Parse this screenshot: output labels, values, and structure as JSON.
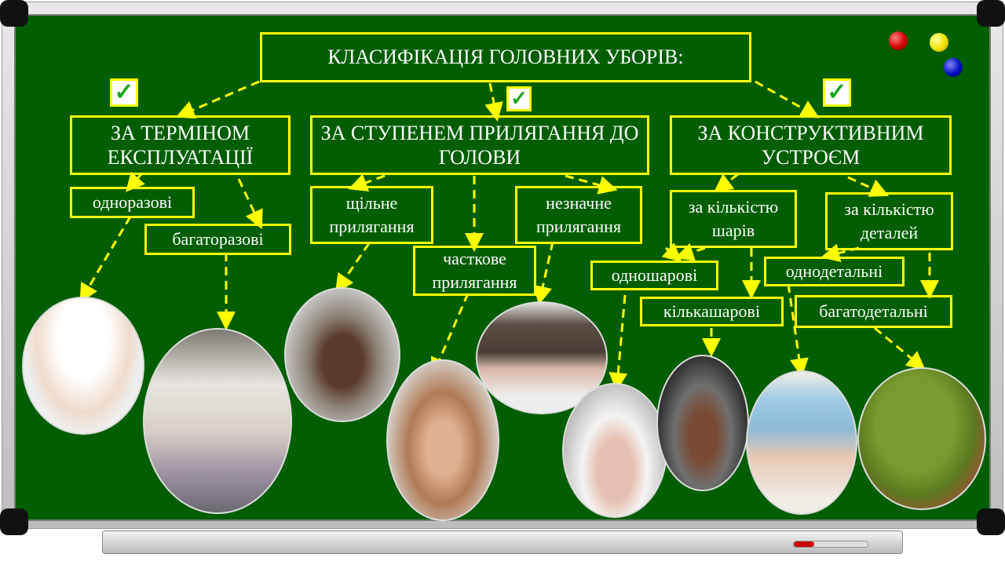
{
  "title": "КЛАСИФІКАЦІЯ  ГОЛОВНИХ  УБОРІВ:",
  "categories": [
    {
      "label": "ЗА ТЕРМІНОМ ЕКСПЛУАТАЦІЇ",
      "children": [
        "одноразові",
        "багаторазові"
      ]
    },
    {
      "label": "ЗА СТУПЕНЕМ ПРИЛЯГАННЯ ДО ГОЛОВИ",
      "children": [
        "щільне прилягання",
        "часткове прилягання",
        "незначне прилягання"
      ]
    },
    {
      "label": "ЗА КОНСТРУКТИВНИМ УСТРОЄМ",
      "children": [
        "за кількістю шарів",
        "за кількістю деталей"
      ]
    }
  ],
  "layers": [
    "одношарові",
    "кількашарові"
  ],
  "details": [
    "однодетальні",
    "багатодетальні"
  ],
  "check_mark": "✓",
  "colors": {
    "board": "#005e00",
    "accent": "#ffff00"
  }
}
